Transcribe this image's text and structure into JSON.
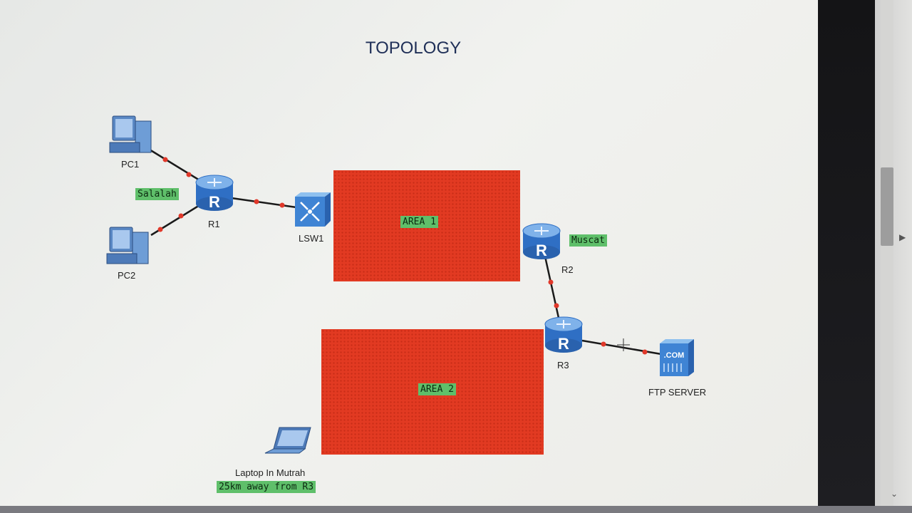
{
  "title": "TOPOLOGY",
  "devices": {
    "pc1": "PC1",
    "pc2": "PC2",
    "r1": "R1",
    "lsw1": "LSW1",
    "r2": "R2",
    "r3": "R3",
    "ftp": "FTP SERVER",
    "laptop": "Laptop In Mutrah",
    "router_letter": "R",
    "server_text": ".COM"
  },
  "notes": {
    "salalah": "Salalah",
    "muscat": "Muscat",
    "area1": "AREA 1",
    "area2": "AREA 2",
    "laptop_note": "25km away from R3"
  },
  "colors": {
    "area_fill": "#e23a22",
    "note_fill": "#5fbf6a",
    "link": "#1a1a1a",
    "link_dot": "#e0382a"
  }
}
